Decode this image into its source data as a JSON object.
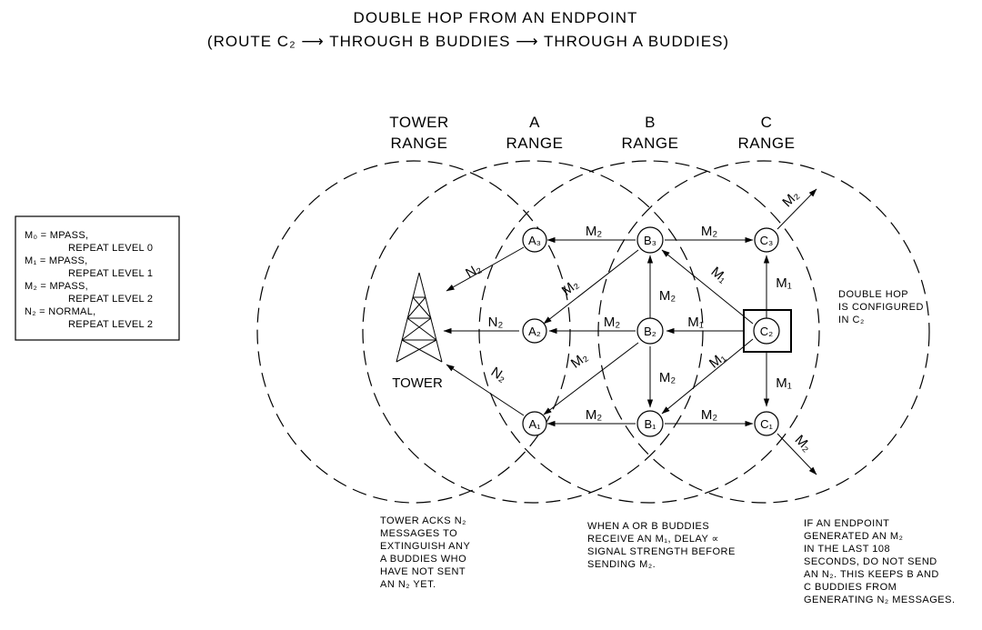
{
  "title": {
    "line1": "DOUBLE HOP FROM AN ENDPOINT",
    "line2": "(ROUTE C₂ ⟶ THROUGH B BUDDIES ⟶ THROUGH A BUDDIES)"
  },
  "ranges": [
    {
      "line1": "TOWER",
      "line2": "RANGE"
    },
    {
      "line1": "A",
      "line2": "RANGE"
    },
    {
      "line1": "B",
      "line2": "RANGE"
    },
    {
      "line1": "C",
      "line2": "RANGE"
    }
  ],
  "legend": [
    {
      "line1": "M₀ = MPASS,",
      "line2": "REPEAT LEVEL 0"
    },
    {
      "line1": "M₁ = MPASS,",
      "line2": "REPEAT LEVEL 1"
    },
    {
      "line1": "M₂ = MPASS,",
      "line2": "REPEAT LEVEL 2"
    },
    {
      "line1": "N₂ = NORMAL,",
      "line2": "REPEAT LEVEL 2"
    }
  ],
  "nodes": {
    "A3": "A₃",
    "A2": "A₂",
    "A1": "A₁",
    "B3": "B₃",
    "B2": "B₂",
    "B1": "B₁",
    "C3": "C₃",
    "C2": "C₂",
    "C1": "C₁"
  },
  "tower_label": "TOWER",
  "edge_labels": {
    "b3_a3": "M₂",
    "b3_c3": "M₂",
    "c3_out": "M₂",
    "a3_tower": "N₂",
    "b3_a2": "M₂",
    "b2_b3": "M₂",
    "c2_b3": "M₁",
    "c2_c3": "M₁",
    "a2_tower": "N₂",
    "b2_a2": "M₂",
    "c2_b2": "M₁",
    "b2_a1": "M₂",
    "b2_b1": "M₂",
    "c2_b1": "M₁",
    "c2_c1": "M₁",
    "a1_tower": "N₂",
    "b1_a1": "M₂",
    "b1_c1": "M₂",
    "c1_out": "M₂"
  },
  "side_note": {
    "line1": "DOUBLE HOP",
    "line2": "IS CONFIGURED",
    "line3": "IN C₂"
  },
  "notes": {
    "tower_acks": [
      "TOWER ACKS N₂",
      "MESSAGES TO",
      "EXTINGUISH ANY",
      "A BUDDIES WHO",
      "HAVE NOT SENT",
      "AN N₂ YET."
    ],
    "buddies": [
      "WHEN A OR B BUDDIES",
      "RECEIVE AN M₁, DELAY ∝",
      "SIGNAL STRENGTH BEFORE",
      "SENDING M₂."
    ],
    "endpoint": [
      "IF AN ENDPOINT",
      "GENERATED AN M₂",
      "IN THE LAST 108",
      "SECONDS, DO NOT SEND",
      "AN N₂. THIS KEEPS B AND",
      "C BUDDIES FROM",
      "GENERATING N₂ MESSAGES."
    ]
  }
}
